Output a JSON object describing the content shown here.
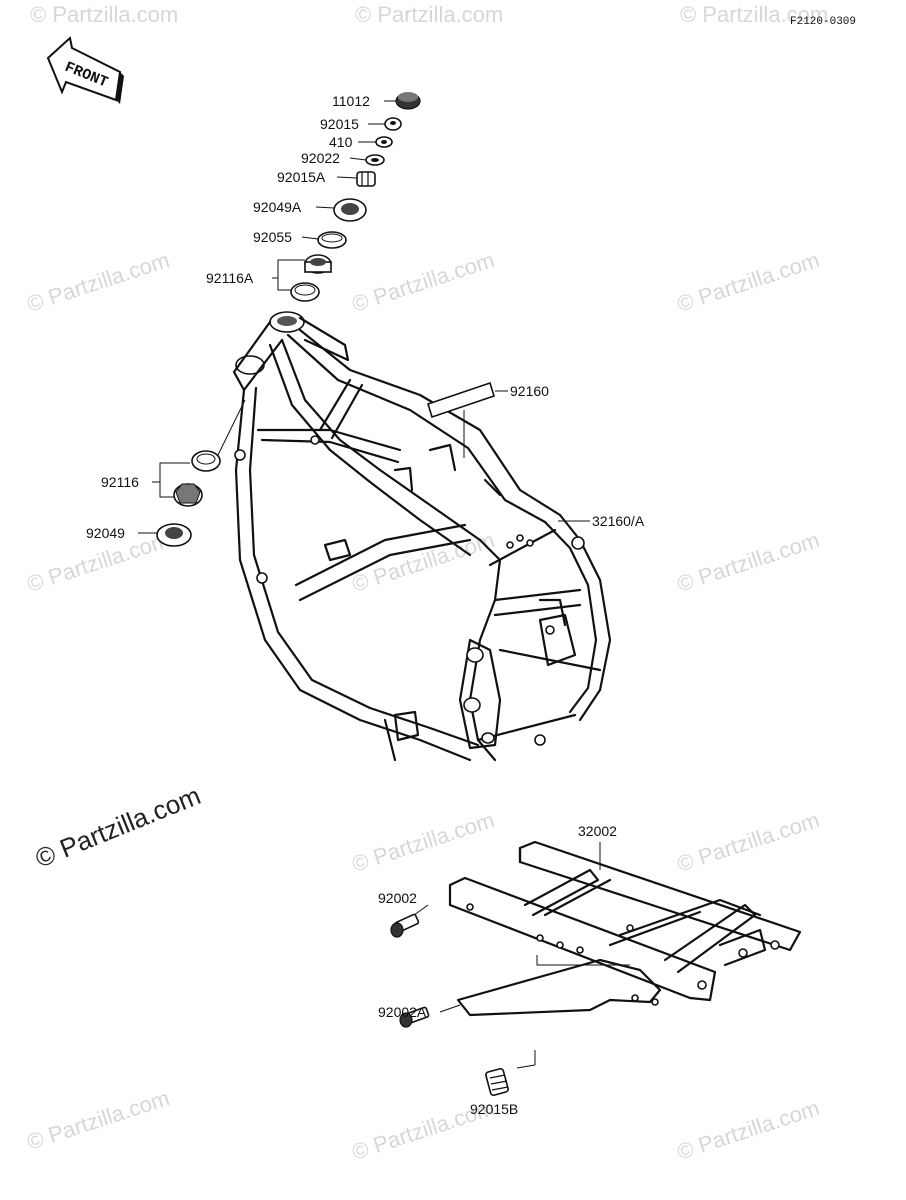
{
  "diagram_code": "F2120-0309",
  "front_label": "FRONT",
  "watermark": "© Partzilla.com",
  "parts": {
    "p11012": "11012",
    "p92015": "92015",
    "p410": "410",
    "p92022": "92022",
    "p92015A": "92015A",
    "p92049A": "92049A",
    "p92055": "92055",
    "p92116A": "92116A",
    "p92160": "92160",
    "p92116": "92116",
    "p32160A": "32160/A",
    "p92049": "92049",
    "p32002": "32002",
    "p92002": "92002",
    "p92002A": "92002A",
    "p92015B": "92015B"
  }
}
